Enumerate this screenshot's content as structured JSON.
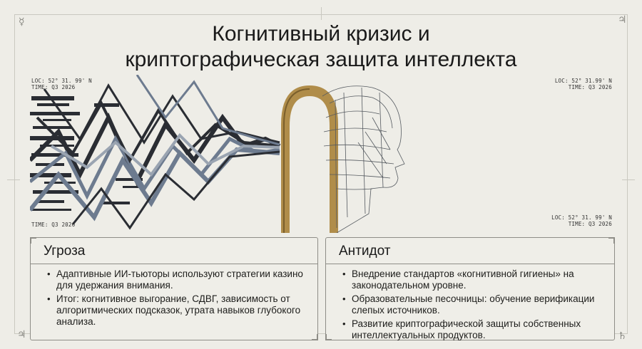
{
  "slide": {
    "title_line1": "Когнитивный кризис и",
    "title_line2": "криптографическая защита интеллекта"
  },
  "corner_symbols": {
    "top_left": "☿",
    "top_right": "♃",
    "bottom_left": "♃",
    "bottom_right": "♄"
  },
  "illustration": {
    "coords_top_left": {
      "loc": "LOC: 52° 31. 99' N",
      "time": "TIME: Q3 2026"
    },
    "coords_top_right": {
      "loc": "LOC: 52° 31.99' N",
      "time": "TIME: Q3 2026"
    },
    "coords_bottom_left": {
      "time": "TIME: Q3 2026"
    },
    "coords_bottom_right": {
      "loc": "LOC: 52° 31. 99' N",
      "time": "TIME: Q3 2026"
    },
    "colors": {
      "gold": "#b08d4a",
      "dark_zigzag": "#2a2d33",
      "blue_zigzag": "#6d7b8f"
    }
  },
  "panels": {
    "threat": {
      "heading": "Угроза",
      "items": [
        "Адаптивные ИИ-тьюторы используют стратегии казино для удержания внимания.",
        "Итог: когнитивное выгорание, СДВГ, зависимость от алгоритмических подсказок, утрата навыков глубокого анализа."
      ]
    },
    "antidote": {
      "heading": "Антидот",
      "items": [
        "Внедрение стандартов «когнитивной гигиены» на законодательном уровне.",
        "Образовательные песочницы: обучение верификации слепых источников.",
        "Развитие криптографической защиты собственных интеллектуальных продуктов."
      ]
    }
  }
}
